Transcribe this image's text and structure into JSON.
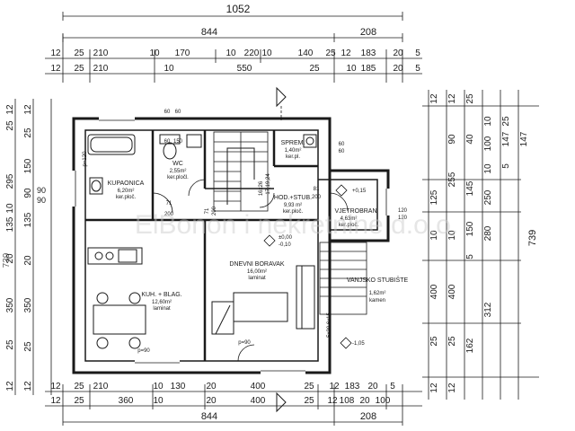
{
  "top_dims": {
    "overall": "1052",
    "row1": [
      "844",
      "208"
    ],
    "row2": [
      "12",
      "25",
      "210",
      "10",
      "170",
      "10",
      "220",
      "10",
      "140",
      "25",
      "12",
      "183",
      "20",
      "5"
    ],
    "row3": [
      "12",
      "25",
      "210",
      "10",
      "550",
      "25",
      "10",
      "185",
      "20",
      "5"
    ]
  },
  "bottom_dims": {
    "row1": [
      "12",
      "25",
      "210",
      "10",
      "130",
      "20",
      "400",
      "25",
      "12",
      "183",
      "20",
      "5"
    ],
    "row2": [
      "12",
      "25",
      "360",
      "10",
      "20",
      "400",
      "25",
      "12",
      "108",
      "20",
      "100"
    ],
    "row3": [
      "844",
      "208"
    ]
  },
  "left_dims": {
    "outer": [
      "12",
      "25",
      "295",
      "10",
      "135",
      "20",
      "350",
      "25",
      "12"
    ],
    "overall": "739",
    "inner": [
      "12",
      "25",
      "150",
      "90",
      "135",
      "20",
      "350",
      "25",
      "12"
    ],
    "openings": [
      "90",
      "90"
    ]
  },
  "right_dims": {
    "col1": [
      "12",
      "125",
      "10",
      "400",
      "25",
      "12"
    ],
    "col2": [
      "12",
      "90",
      "255",
      "10",
      "400",
      "25",
      "12"
    ],
    "col3": [
      "25",
      "40",
      "145",
      "150",
      "5",
      "162"
    ],
    "col4": [
      "10",
      "100",
      "10",
      "250",
      "280",
      "312"
    ],
    "col5": [
      "25",
      "5",
      "147",
      "147"
    ],
    "overall": "739"
  },
  "rooms": [
    {
      "name": "KUPAONICA",
      "area": "6,20m²",
      "floor": "ker.ploč."
    },
    {
      "name": "WC",
      "area": "2,55m²",
      "floor": "ker.pločl."
    },
    {
      "name": "SPREM.",
      "area": "1,40m²",
      "floor": "ker.pl."
    },
    {
      "name": "HOD.+STUB.",
      "area": "9,93 m²",
      "floor": "ker.ploč."
    },
    {
      "name": "VJETROBRAN",
      "area": "4,63m²",
      "floor": "ker.ploč."
    },
    {
      "name": "DNEVNI BORAVAK",
      "area": "16,00m²",
      "floor": "laminat"
    },
    {
      "name": "KUH. + BLAG.",
      "area": "12,60m²",
      "floor": "laminat"
    },
    {
      "name": "VANJSKO STUBIŠTE",
      "area": "1,62m²",
      "floor": "kamen"
    }
  ],
  "annotations": {
    "stairs": "16x26",
    "stairs_height": "17,19,24",
    "outer_stairs": "5x30 6x15",
    "level_main": "±0,00",
    "level_sub": "-0,10",
    "level_out": "-1,05",
    "level_vest": "+0,15",
    "door1_w": "71",
    "door1_h": "200",
    "door2_w": "71",
    "door2_h": "200",
    "door3_w": "81",
    "door3_h": "200",
    "win_w1": "120",
    "win_h1": "120",
    "win_w2": "60",
    "win_h2": "60",
    "win_sm1": "60",
    "win_sm2": "60",
    "wc_win": "60",
    "wc_win2": "150",
    "parapet1": "p=90",
    "parapet2": "p=90",
    "parapet3": "p=120"
  },
  "watermark": "ElBonon i nekretnine d.o.o."
}
